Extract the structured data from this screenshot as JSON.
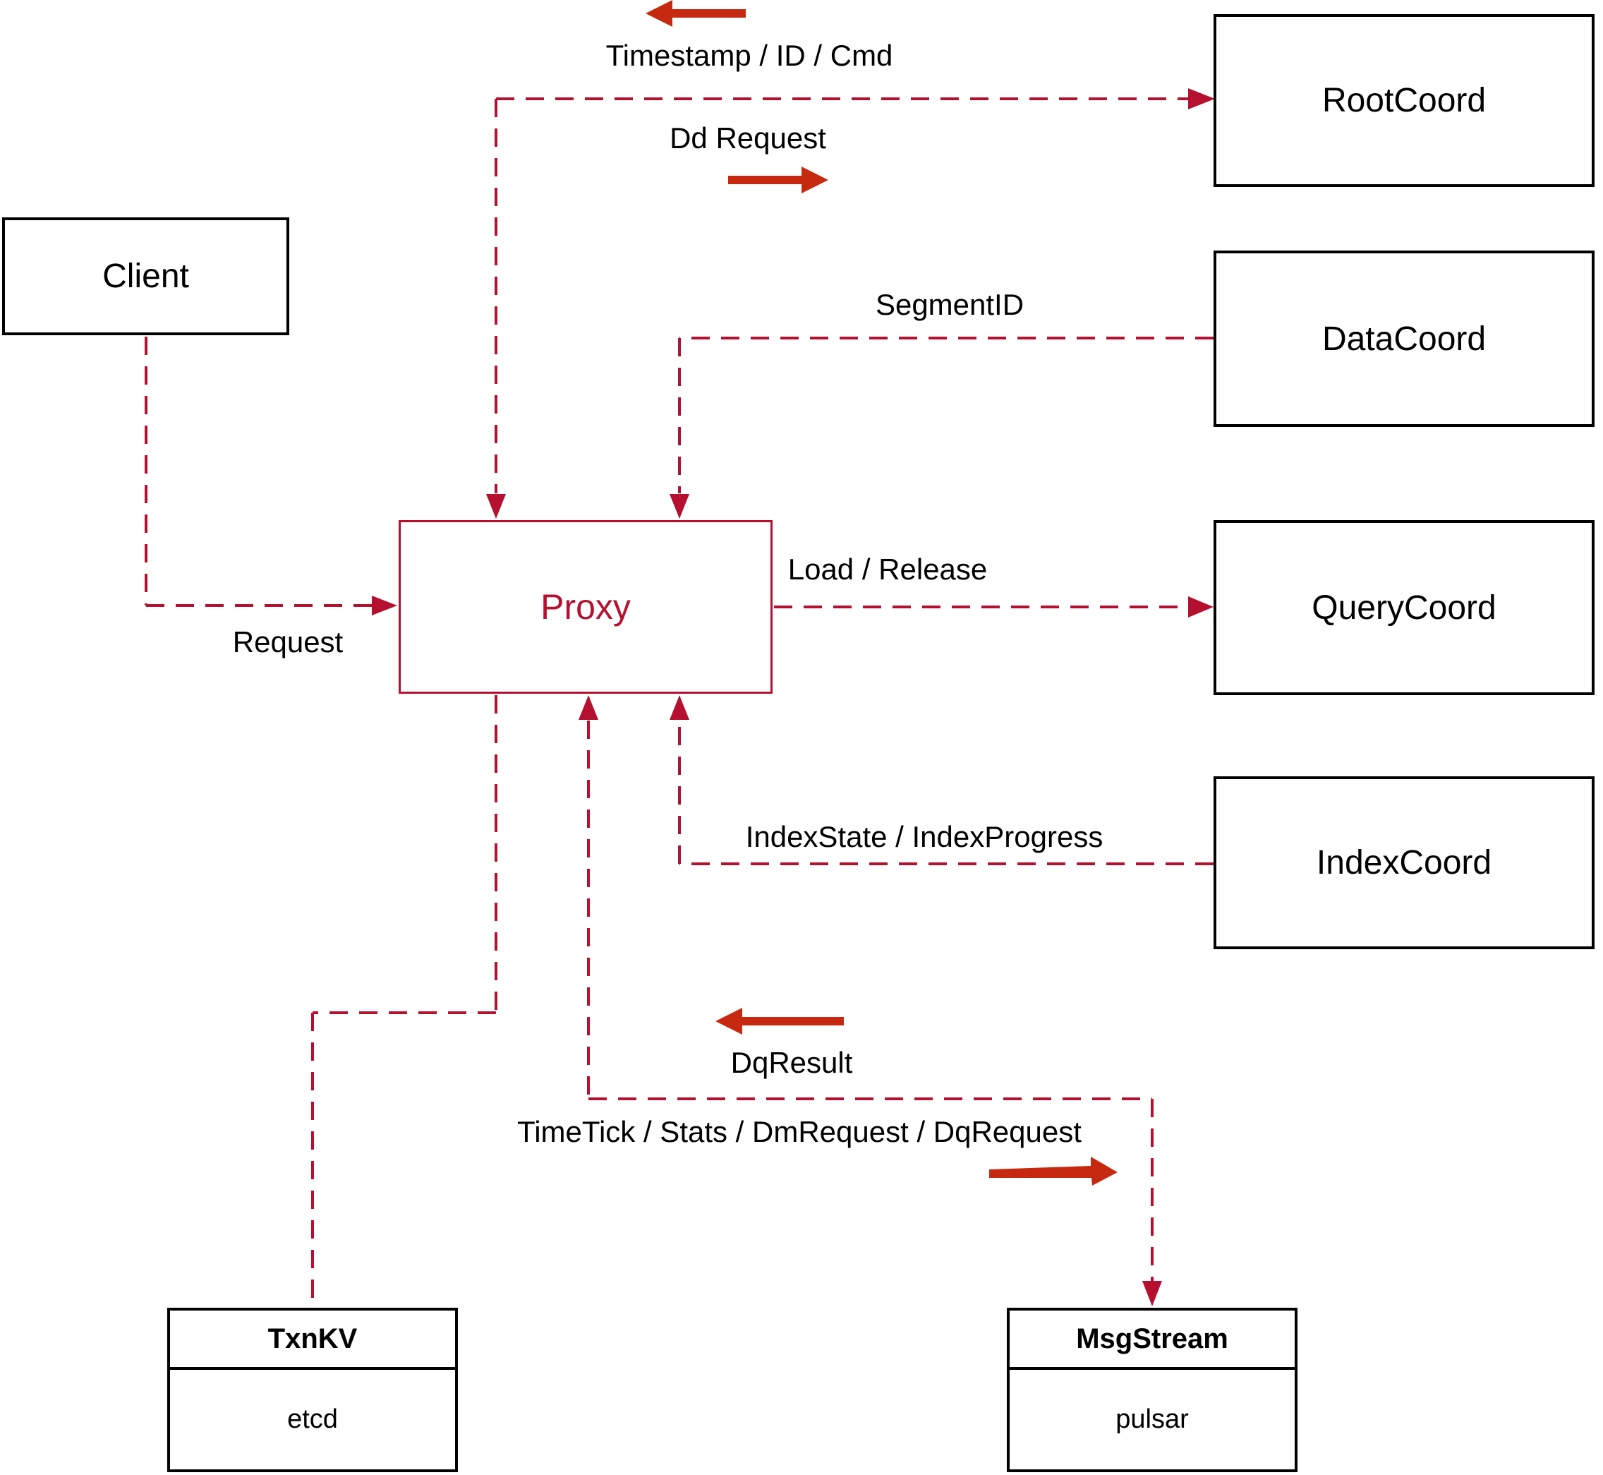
{
  "diagram": {
    "nodes": {
      "client": {
        "label": "Client"
      },
      "proxy": {
        "label": "Proxy"
      },
      "root_coord": {
        "label": "RootCoord"
      },
      "data_coord": {
        "label": "DataCoord"
      },
      "query_coord": {
        "label": "QueryCoord"
      },
      "index_coord": {
        "label": "IndexCoord"
      },
      "txn_kv": {
        "title": "TxnKV",
        "subtitle": "etcd"
      },
      "msg_stream": {
        "title": "MsgStream",
        "subtitle": "pulsar"
      }
    },
    "edge_labels": {
      "timestamp": "Timestamp / ID / Cmd",
      "dd_request": "Dd Request",
      "segment_id": "SegmentID",
      "request": "Request",
      "load_release": "Load / Release",
      "index_state": "IndexState / IndexProgress",
      "dq_result": "DqResult",
      "time_tick": "TimeTick / Stats / DmRequest / DqRequest"
    },
    "colors": {
      "dashed_line": "#b5102f",
      "solid_arrow": "#c6290f",
      "box_border": "#000000",
      "label_text": "#000000",
      "background": "#ffffff"
    }
  }
}
